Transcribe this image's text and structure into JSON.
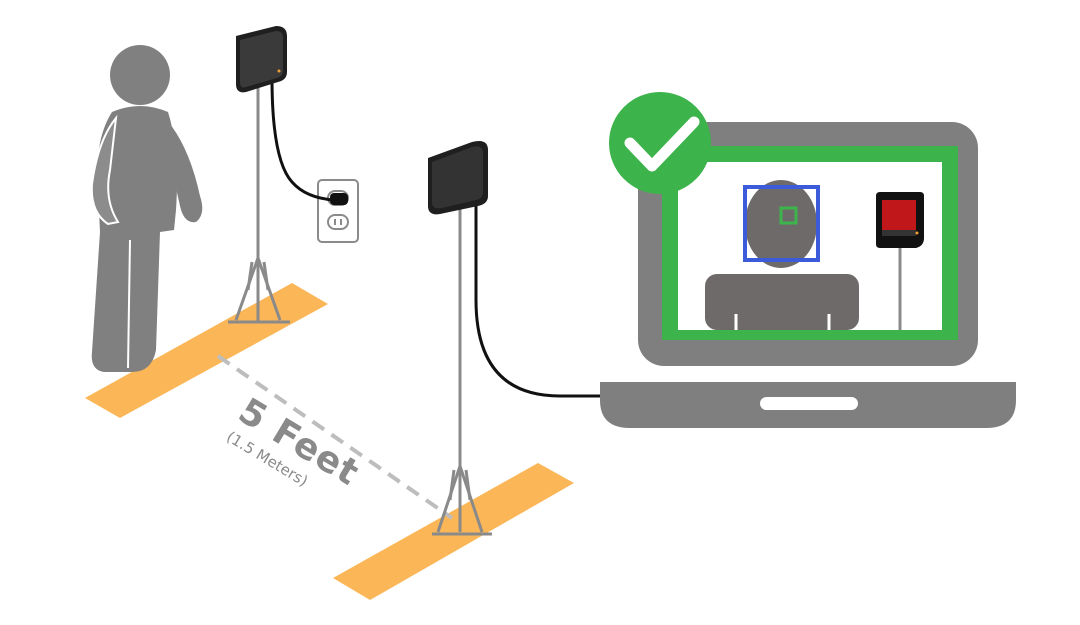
{
  "distance": {
    "label": "5 Feet",
    "sublabel": "(1.5 Meters)"
  },
  "status": {
    "icon": "checkmark-icon",
    "state": "success"
  },
  "colors": {
    "person": "#808080",
    "floor_marker": "#fbb657",
    "device": "#2b2b2b",
    "laptop": "#7f7f7f",
    "screen_border": "#3cb44b",
    "check_badge": "#3cb44b",
    "face_box": "#3b5bdb",
    "detected_red": "#c0171b",
    "distance_line": "#bdbdbd"
  }
}
